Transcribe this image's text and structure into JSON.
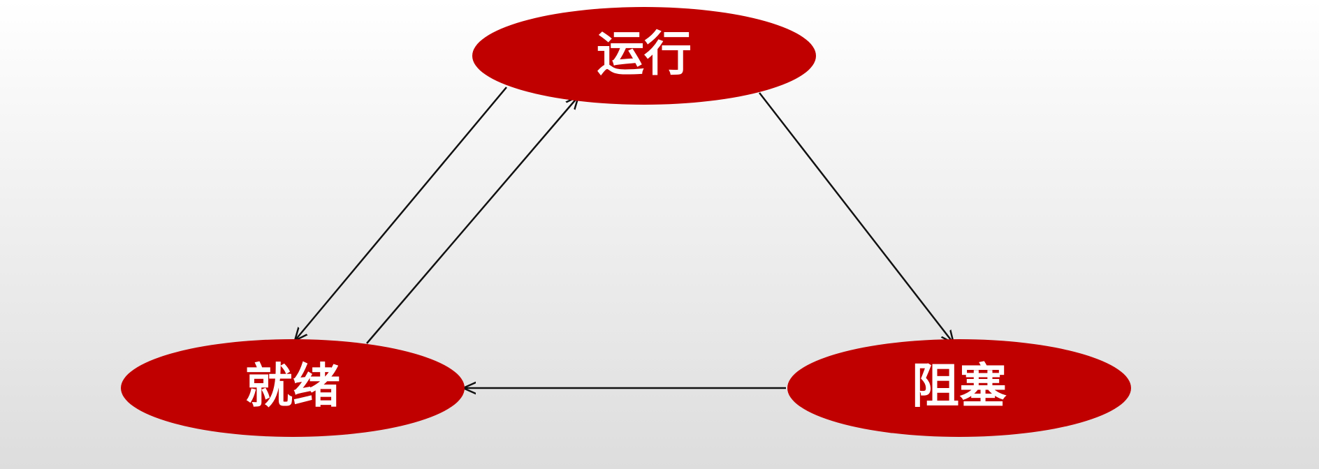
{
  "diagram": {
    "node_color": "#c00000",
    "label_color": "#ffffff",
    "arrow_color": "#111111",
    "nodes": {
      "running": {
        "label": "运行"
      },
      "ready": {
        "label": "就绪"
      },
      "blocked": {
        "label": "阻塞"
      }
    },
    "edges": [
      {
        "from": "running",
        "to": "ready"
      },
      {
        "from": "ready",
        "to": "running"
      },
      {
        "from": "running",
        "to": "blocked"
      },
      {
        "from": "blocked",
        "to": "ready"
      }
    ]
  }
}
